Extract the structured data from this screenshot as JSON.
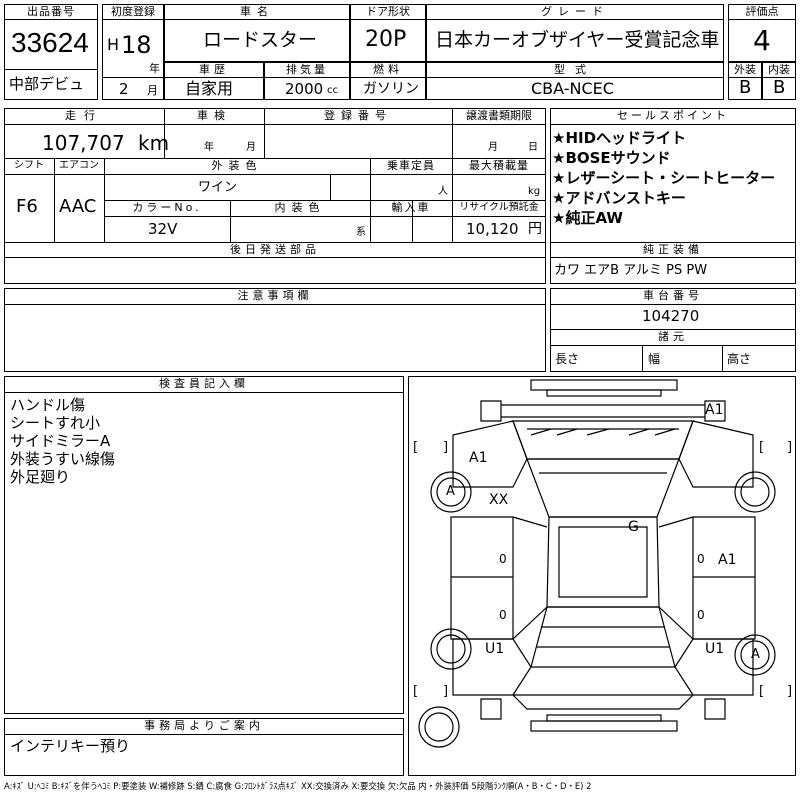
{
  "header": {
    "lot_no_label": "出品番号",
    "lot_no": "33624",
    "reg_label": "初度登録",
    "era": "H",
    "year": "18",
    "year_unit": "年",
    "month": "2",
    "month_unit": "月",
    "car_name_label": "車名",
    "car_name": "ロードスター",
    "door_label": "ドア形状",
    "door": "20P",
    "grade_label": "グレード",
    "grade": "日本カーオブザイヤー受賞記念車",
    "score_label": "評価点",
    "score": "4",
    "debut": "中部デビュ",
    "history_label": "車歴",
    "history": "自家用",
    "displacement_label": "排気量",
    "displacement": "2000",
    "displacement_unit": "cc",
    "fuel_label": "燃料",
    "fuel": "ガソリン",
    "model_label": "型式",
    "model": "CBA-NCEC",
    "ext_label": "外装",
    "ext": "B",
    "int_label": "内装",
    "int": "B"
  },
  "row2": {
    "mileage_label": "走行",
    "mileage": "107,707",
    "mileage_unit": "km",
    "inspection_label": "車検",
    "insp_year_unit": "年",
    "insp_month_unit": "月",
    "reg_no_label": "登録番号",
    "transfer_label": "譲渡書類期限",
    "transfer_month_unit": "月",
    "transfer_day_unit": "日",
    "shift_label": "シフト",
    "shift": "F6",
    "ac_label": "エアコン",
    "ac": "AAC",
    "color_label": "外装色",
    "color": "ワイン",
    "capacity_label": "乗車定員",
    "capacity_unit": "人",
    "load_label": "最大積載量",
    "load_unit": "kg",
    "color_no_label": "カラーNo.",
    "color_no": "32V",
    "int_color_label": "内装色",
    "int_color_unit": "系",
    "import_label": "輸入車",
    "recycle_label": "リサイクル預託金",
    "recycle": "10,120",
    "recycle_unit": "円",
    "later_parts_label": "後日発送部品"
  },
  "sales_points": {
    "label": "セールスポイント",
    "items": [
      "★HIDヘッドライト",
      "★BOSEサウンド",
      "★レザーシート・シートヒーター",
      "★アドバンストキー",
      "★純正AW"
    ]
  },
  "equipment": {
    "label": "純正装備",
    "value": "カワ エアB アルミ PS PW"
  },
  "notes": {
    "label": "注意事項欄"
  },
  "chassis": {
    "label": "車台番号",
    "value": "104270",
    "dims_label": "諸元",
    "length_label": "長さ",
    "width_label": "幅",
    "height_label": "高さ"
  },
  "inspector": {
    "label": "検査員記入欄",
    "lines": [
      "ハンドル傷",
      "シートすれ小",
      "サイドミラーA",
      "外装うすい線傷",
      "外足廻り"
    ]
  },
  "office": {
    "label": "事務局よりご案内",
    "value": "インテリキー預り"
  },
  "diagram": {
    "marks": {
      "a1_top_right": "A1",
      "a1_front_left": "A1",
      "a_front_left_wheel": "A",
      "xx": "XX",
      "g": "G",
      "a1_right": "A1",
      "u1_rear_left": "U1",
      "u1_rear_right": "U1",
      "a_rear_right_wheel": "A",
      "zero_1": "0",
      "zero_2": "0",
      "zero_3": "0",
      "zero_4": "0"
    },
    "brackets": [
      "[",
      "]",
      "[",
      "]",
      "[",
      "]",
      "[",
      "]"
    ]
  },
  "legend": "A:ｷｽﾞ U:ﾍｺﾐ B:ｷｽﾞを伴うﾍｺﾐ P:要塗装 W:補修跡 S:錆 C:腐食 G:ﾌﾛﾝﾄｶﾞﾗｽ点ｷｽﾞ XX:交換済み X:要交換 欠:欠品 内・外装評価 5段階ﾗﾝｸ順(A・B・C・D・E) 2"
}
